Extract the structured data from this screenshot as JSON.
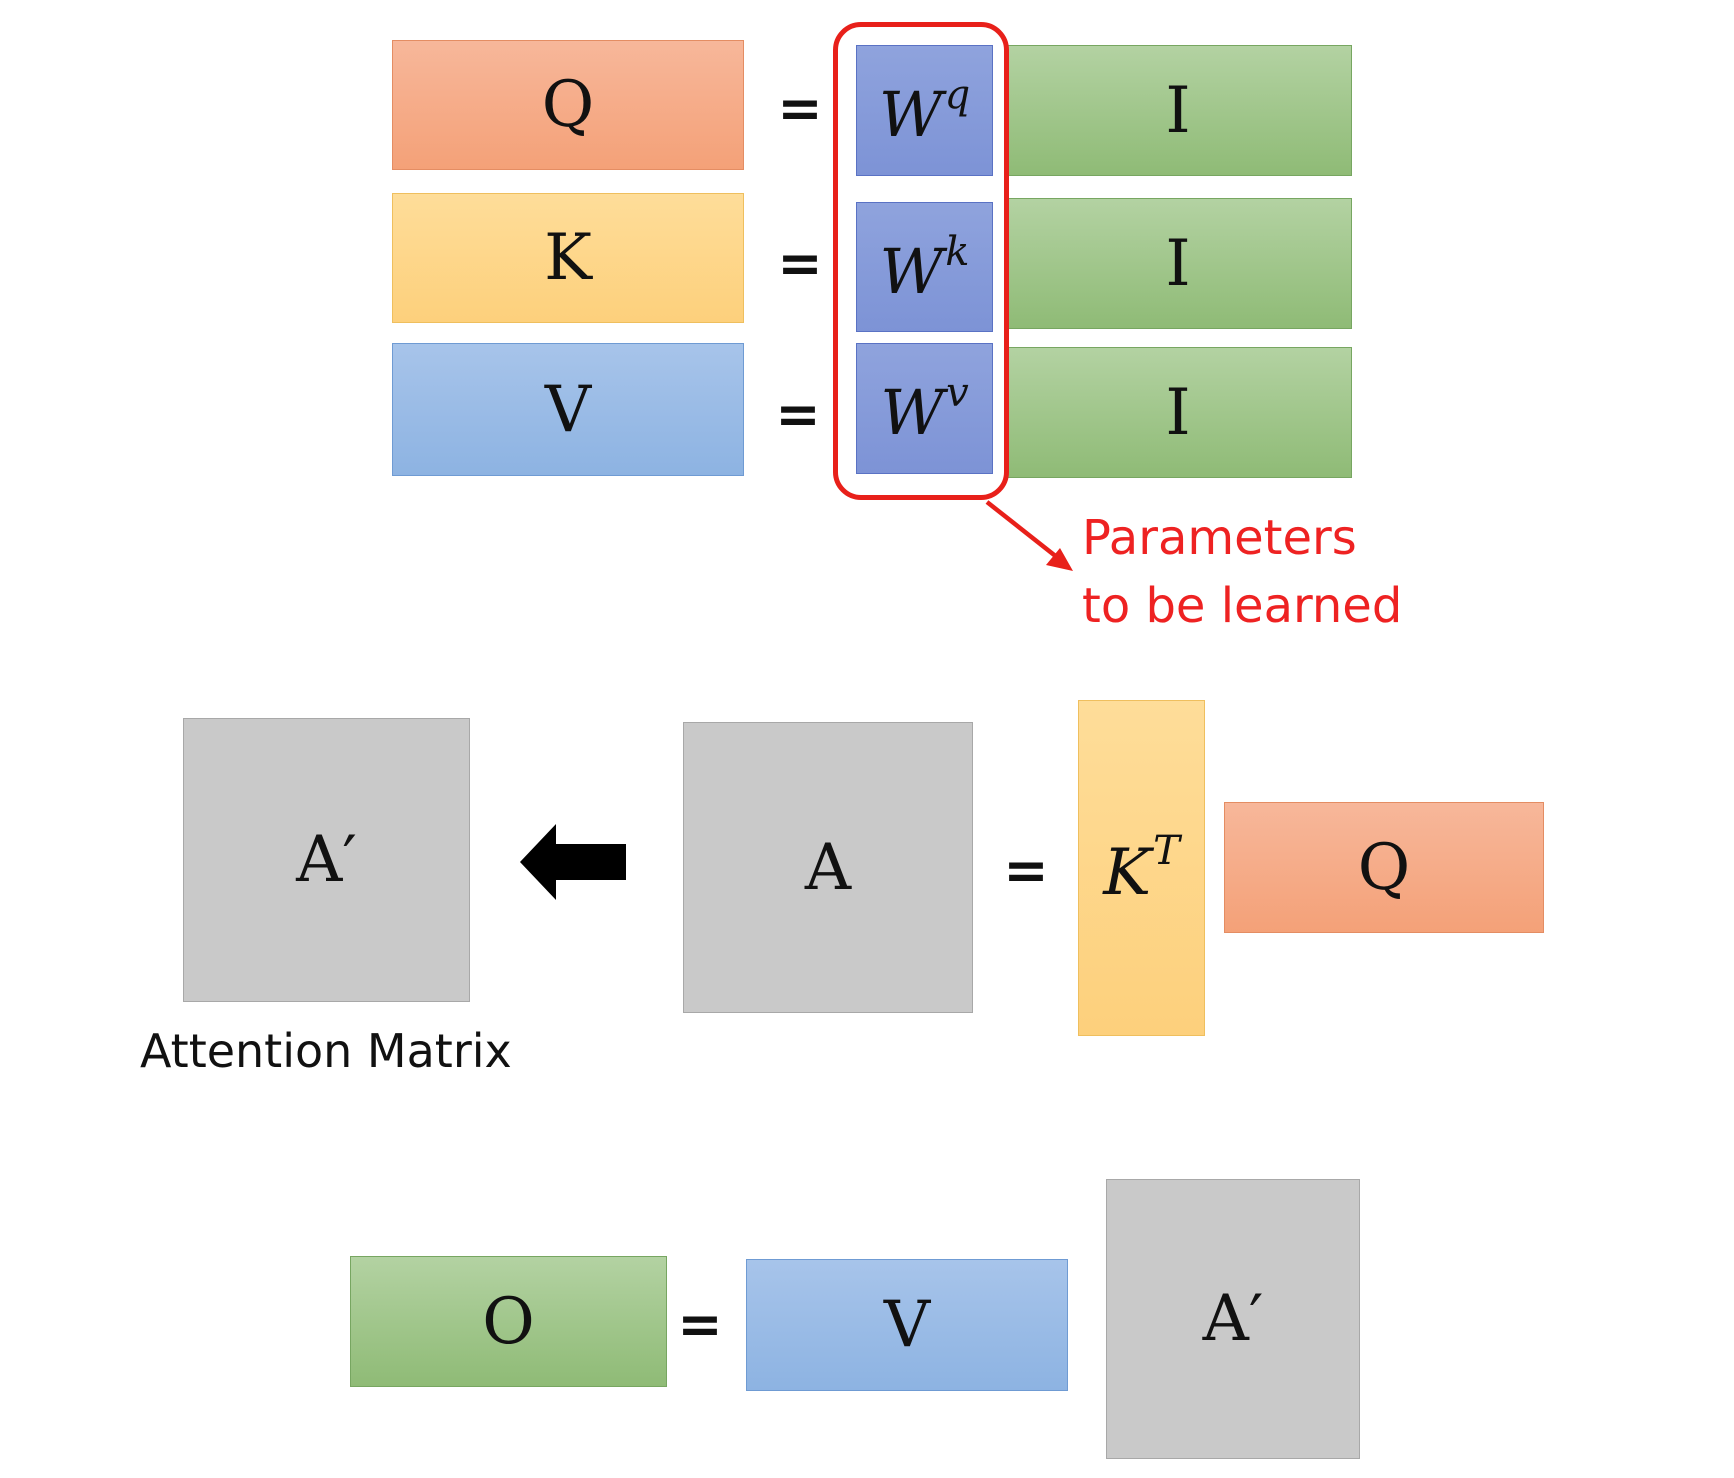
{
  "top": {
    "rows": [
      {
        "lhs": "Q",
        "w_base": "W",
        "w_sup": "q",
        "rhs": "I"
      },
      {
        "lhs": "K",
        "w_base": "W",
        "w_sup": "k",
        "rhs": "I"
      },
      {
        "lhs": "V",
        "w_base": "W",
        "w_sup": "v",
        "rhs": "I"
      }
    ],
    "equals": "=",
    "callout_line1": "Parameters",
    "callout_line2": "to be learned"
  },
  "middle": {
    "a_prime": "A′",
    "caption": "Attention Matrix",
    "a": "A",
    "equals": "=",
    "kt_base": "K",
    "kt_sup": "T",
    "q": "Q"
  },
  "bottom": {
    "o": "O",
    "equals": "=",
    "v": "V",
    "a_prime": "A′"
  },
  "colors": {
    "query": "#f4a178",
    "key": "#fdd07c",
    "value": "#8db3e2",
    "weights": "#7d93d6",
    "input": "#8fbb76",
    "attention": "#c9c9c9",
    "highlight": "#e8201a"
  }
}
